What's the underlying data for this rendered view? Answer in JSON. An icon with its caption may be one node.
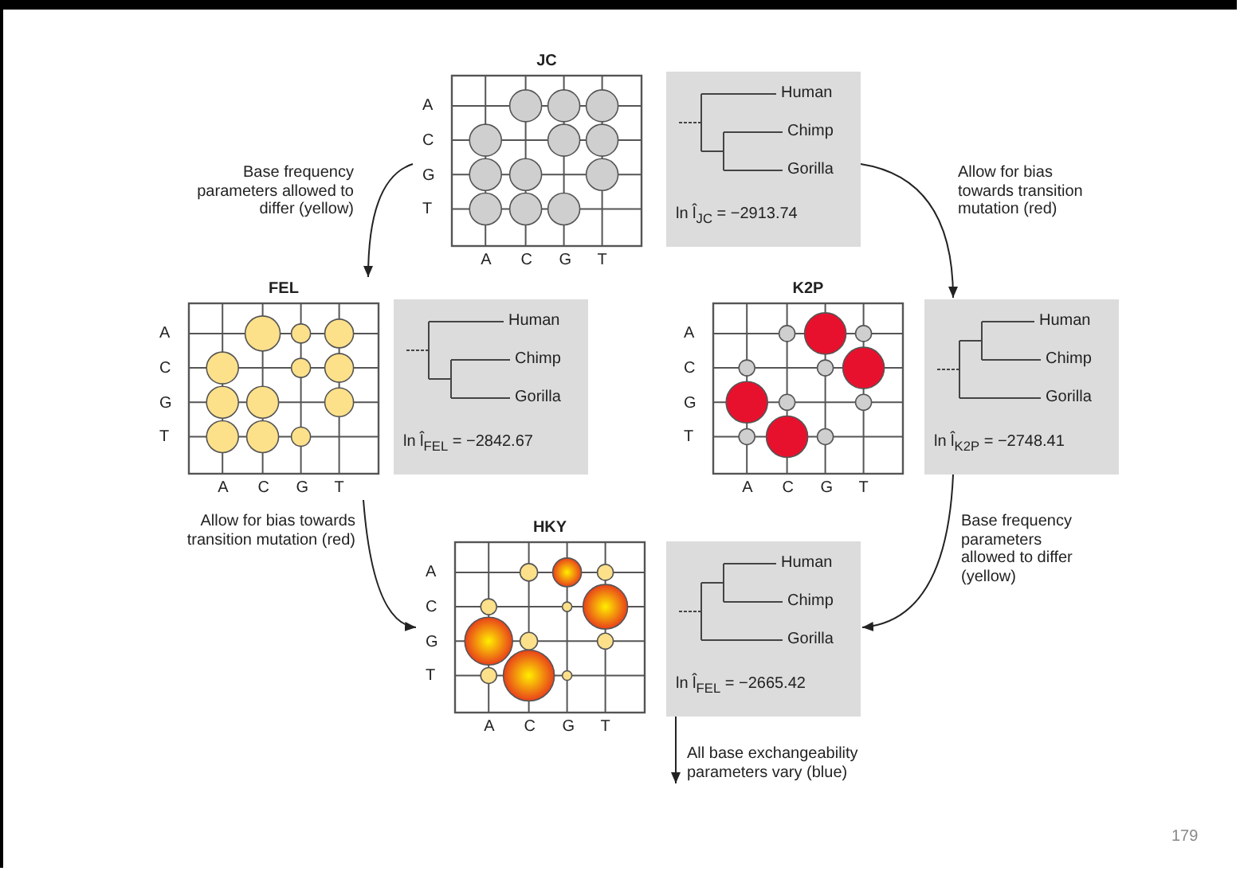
{
  "diagram": {
    "nodes": [
      {
        "text": [
          "JC",
          "A",
          "C",
          "G",
          "T",
          "A",
          "C",
          "G",
          "T"
        ]
      },
      {
        "text": [
          "Human",
          "Chimp",
          "Gorilla",
          "ln l̂$_{JC}$ = −2913.74"
        ]
      },
      {
        "text": [
          "FEL",
          "A",
          "C",
          "G",
          "T",
          "A",
          "C",
          "G",
          "T"
        ]
      },
      {
        "text": [
          "Human",
          "Chimp",
          "Gorilla",
          "ln l̂$_{FEL}$ = −2842.67"
        ]
      },
      {
        "text": [
          "K2P",
          "A",
          "C",
          "G",
          "T",
          "A",
          "C",
          "G",
          "T"
        ]
      },
      {
        "text": [
          "Human",
          "Chimp",
          "Gorilla",
          "ln l̂$_{K2P}$ = −2748.41"
        ]
      },
      {
        "text": [
          "HKY",
          "A",
          "C",
          "G",
          "T",
          "A",
          "C",
          "G",
          "T"
        ]
      },
      {
        "text": [
          "Human",
          "Chimp",
          "Gorilla",
          "ln l̂$_{FEL}$ = −2665.42"
        ]
      }
    ],
    "edges": [
      {
        "from": 0,
        "to": 2,
        "arrow": "to",
        "label": "Base frequency parameters allowed to differ (yellow)"
      },
      {
        "from": 1,
        "to": 5,
        "arrow": "to",
        "label": "Allow for bias towards transition mutation (red)"
      },
      {
        "from": 2,
        "to": 6,
        "arrow": "to",
        "label": "Allow for bias towards transition mutation (red)"
      },
      {
        "from": 5,
        "to": 7,
        "arrow": "to",
        "label": "Base frequency parameters allowed to differ (yellow)"
      },
      {
        "from": 7,
        "to": null,
        "arrow": "to",
        "label": "All base exchangeability parameters vary (blue)"
      }
    ],
    "labels": [
      "179"
    ]
  }
}
